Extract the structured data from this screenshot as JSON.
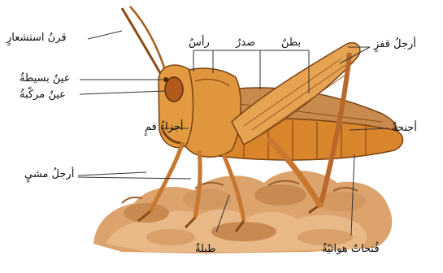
{
  "labels": {
    "antennae": "قرنُ استشعارٍ",
    "simple_eye": "عينٌ بسيطةٌ",
    "compound_eye": "عينٌ مركّبةٌ",
    "mouthparts": "أجزاءُ فمٍ",
    "walking_legs": "أرجلُ مشيٍ",
    "head": "رأسٌ",
    "thorax": "صدرٌ",
    "abdomen": "بطنٌ",
    "jumping_legs": "أرجلُ قفزٍ",
    "wings": "أجنحةٌ",
    "tympanum": "طبلةٌ",
    "spiracles": "فُتحاتٌ هوائيّةٌ"
  },
  "colors": {
    "body_orange": "#d9852b",
    "body_light": "#f2b661",
    "body_dark": "#8c4a14",
    "wing": "#c7894a",
    "rock": "#e0a874",
    "rock_dark": "#b9763e",
    "line": "#333333"
  }
}
